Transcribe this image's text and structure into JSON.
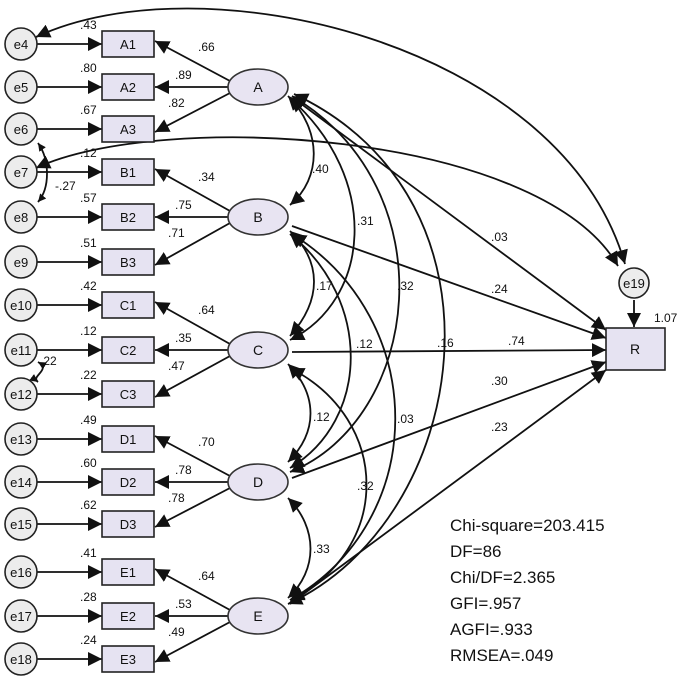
{
  "errors": [
    "e4",
    "e5",
    "e6",
    "e7",
    "e8",
    "e9",
    "e10",
    "e11",
    "e12",
    "e13",
    "e14",
    "e15",
    "e16",
    "e17",
    "e18"
  ],
  "observed": [
    {
      "name": "A1",
      "r2": ".43"
    },
    {
      "name": "A2",
      "r2": ".80"
    },
    {
      "name": "A3",
      "r2": ".67"
    },
    {
      "name": "B1",
      "r2": ".12"
    },
    {
      "name": "B2",
      "r2": ".57"
    },
    {
      "name": "B3",
      "r2": ".51"
    },
    {
      "name": "C1",
      "r2": ".42"
    },
    {
      "name": "C2",
      "r2": ".12"
    },
    {
      "name": "C3",
      "r2": ".22"
    },
    {
      "name": "D1",
      "r2": ".49"
    },
    {
      "name": "D2",
      "r2": ".60"
    },
    {
      "name": "D3",
      "r2": ".62"
    },
    {
      "name": "E1",
      "r2": ".41"
    },
    {
      "name": "E2",
      "r2": ".28"
    },
    {
      "name": "E3",
      "r2": ".24"
    }
  ],
  "latents": [
    {
      "name": "A",
      "loadings": [
        ".66",
        ".89",
        ".82"
      ]
    },
    {
      "name": "B",
      "loadings": [
        ".34",
        ".75",
        ".71"
      ]
    },
    {
      "name": "C",
      "loadings": [
        ".64",
        ".35",
        ".47"
      ]
    },
    {
      "name": "D",
      "loadings": [
        ".70",
        ".78",
        ".78"
      ]
    },
    {
      "name": "E",
      "loadings": [
        ".64",
        ".53",
        ".49"
      ]
    }
  ],
  "outcome": {
    "name": "R",
    "r2": "1.07",
    "error": "e19"
  },
  "paths_to_r": {
    "A": ".03",
    "B": ".24",
    "C": ".74",
    "D": ".30",
    "E": ".23"
  },
  "correlations": {
    "AB": ".40",
    "AC": ".31",
    "AD": ".32",
    "AE": ".03",
    "BC": ".17",
    "BD": ".12",
    "BE": ".16",
    "CD": ".12",
    "CE": ".32",
    "DE": ".33",
    "e7_e8": "-.27",
    "e11_e12": ".22"
  },
  "fit_stats": [
    "Chi-square=203.415",
    "DF=86",
    "Chi/DF=2.365",
    "GFI=.957",
    "AGFI=.933",
    "RMSEA=.049"
  ]
}
